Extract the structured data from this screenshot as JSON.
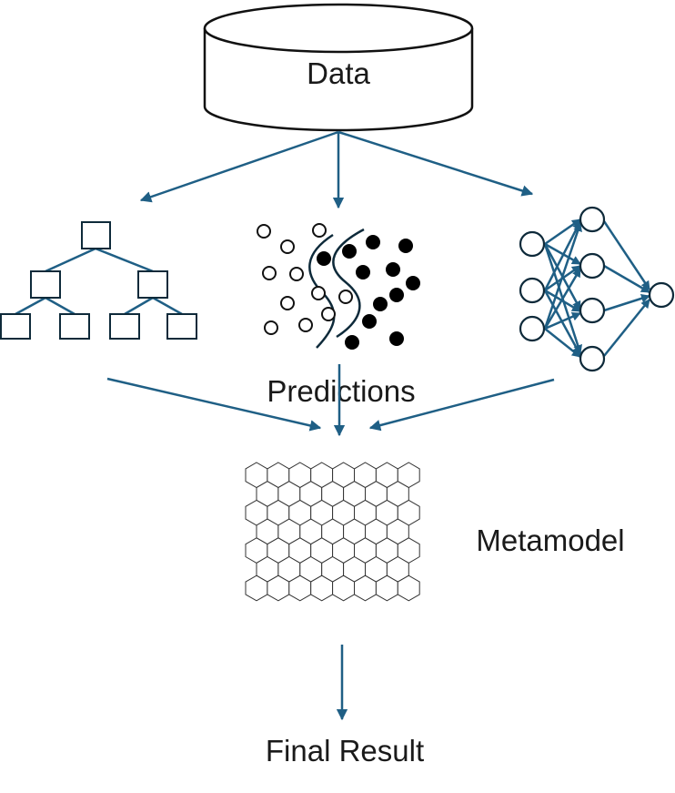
{
  "labels": {
    "data": "Data",
    "predictions": "Predictions",
    "metamodel": "Metamodel",
    "final_result": "Final Result"
  },
  "colors": {
    "arrow": "#1f5f85",
    "outline": "#0e2a3a",
    "dot_fill": "#000000"
  },
  "icons": {
    "source": "database-cylinder-icon",
    "model_1": "decision-tree-icon",
    "model_2": "classifier-boundary-icon",
    "model_3": "neural-network-icon",
    "meta": "hexagon-grid-icon"
  }
}
